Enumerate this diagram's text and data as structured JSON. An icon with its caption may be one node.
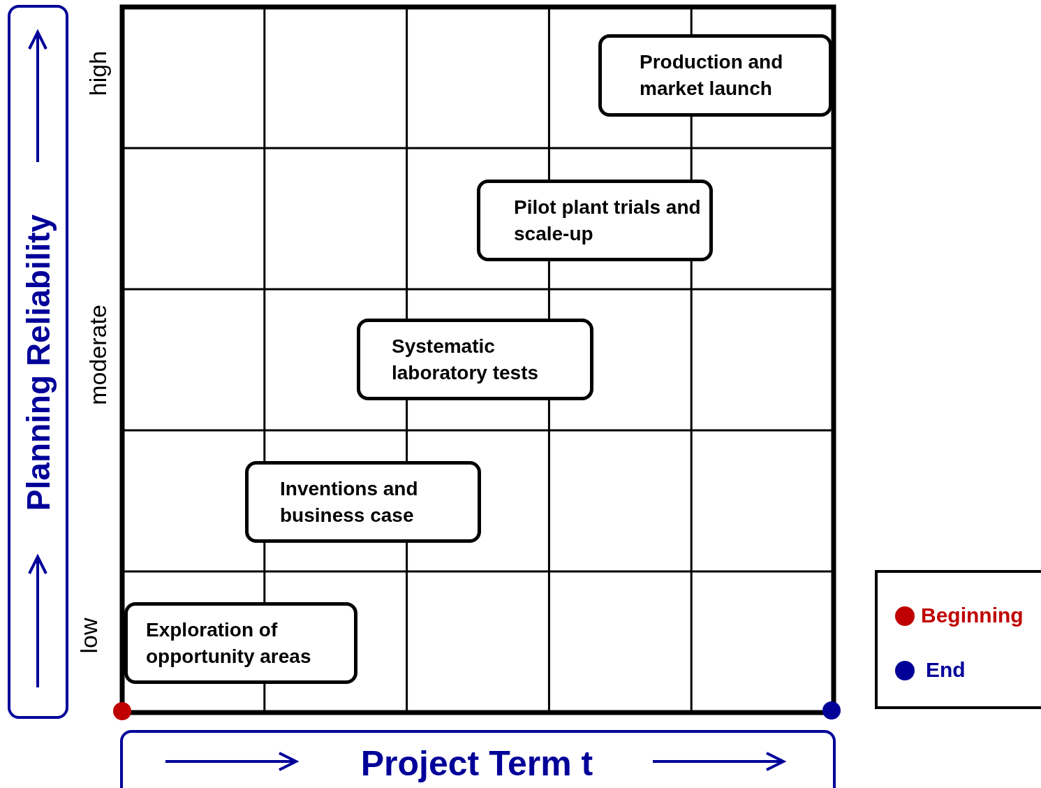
{
  "diagram": {
    "nodes": [
      {
        "text": [
          "Exploration of opportunity areas"
        ]
      },
      {
        "text": [
          "Inventions and business case"
        ]
      },
      {
        "text": [
          "Systematic laboratory tests"
        ]
      },
      {
        "text": [
          "Pilot plant trials and scale-up"
        ]
      },
      {
        "text": [
          "Production and market launch"
        ]
      },
      {
        "text": [
          "Planning Reliability"
        ]
      },
      {
        "text": [
          "Project Term t"
        ]
      }
    ],
    "labels": [
      "high",
      "moderate",
      "low"
    ],
    "legend": [
      {
        "text": "Beginning",
        "color": "#c00000"
      },
      {
        "text": "End",
        "color": "#000099"
      }
    ]
  }
}
